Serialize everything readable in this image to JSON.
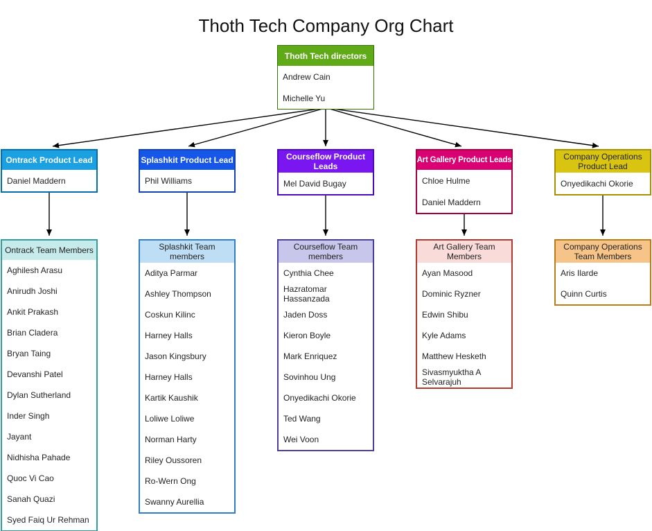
{
  "title": "Thoth Tech Company Org Chart",
  "connector_color": "#000000",
  "directors": {
    "label": "Thoth Tech directors",
    "members": [
      "Andrew Cain",
      "Michelle Yu"
    ],
    "colors": {
      "header_bg": "#60a917",
      "header_text": "#ffffff",
      "border": "#2d7600"
    }
  },
  "columns": [
    {
      "lead": {
        "label": "Ontrack Product Lead",
        "members": [
          "Daniel Maddern"
        ],
        "colors": {
          "header_bg": "#1ba1e2",
          "header_text": "#ffffff",
          "border": "#006eaf"
        }
      },
      "team": {
        "label": "Ontrack Team Members",
        "members": [
          "Aghilesh Arasu",
          "Anirudh Joshi",
          "Ankit Prakash",
          "Brian Cladera",
          "Bryan Taing",
          "Devanshi Patel",
          "Dylan Sutherland",
          "Inder Singh",
          "Jayant",
          "Nidhisha Pahade",
          "Quoc Vi Cao",
          "Sanah Quazi",
          "Syed Faiq Ur Rehman"
        ],
        "colors": {
          "header_bg": "#c7eaea",
          "header_text": "#1f1f1f",
          "border": "#2f9e9e"
        }
      }
    },
    {
      "lead": {
        "label": "Splashkit Product Lead",
        "members": [
          "Phil Williams"
        ],
        "colors": {
          "header_bg": "#1656e8",
          "header_text": "#ffffff",
          "border": "#1142b0"
        }
      },
      "team": {
        "label": "Splashkit Team members",
        "members": [
          "Aditya Parmar",
          "Ashley Thompson",
          "Coskun Kilinc",
          "Harney Halls",
          "Jason Kingsbury",
          "Harney Halls",
          "Kartik Kaushik",
          "Loliwe Loliwe",
          "Norman Harty",
          "Riley Oussoren",
          "Ro-Wern Ong",
          "Swanny Aurellia"
        ],
        "colors": {
          "header_bg": "#bddef4",
          "header_text": "#1f1f1f",
          "border": "#2f7fc2"
        }
      }
    },
    {
      "lead": {
        "label": "Courseflow Product Leads",
        "members": [
          "Mel David Bugay"
        ],
        "colors": {
          "header_bg": "#7a16f0",
          "header_text": "#ffffff",
          "border": "#4c0bbd"
        }
      },
      "team": {
        "label": "Courseflow Team members",
        "members": [
          "Cynthia Chee",
          "Hazratomar Hassanzada",
          "Jaden Doss",
          "Kieron Boyle",
          "Mark Enriquez",
          "Sovinhou Ung",
          "Onyedikachi Okorie",
          "Ted Wang",
          "Wei Voon"
        ],
        "colors": {
          "header_bg": "#c8c6ea",
          "header_text": "#1f1f1f",
          "border": "#4a3f9f"
        }
      }
    },
    {
      "lead": {
        "label": "Art Gallery Product Leads",
        "members": [
          "Chloe Hulme",
          "Daniel Maddern"
        ],
        "colors": {
          "header_bg": "#d80073",
          "header_text": "#ffffff",
          "border": "#a50040"
        }
      },
      "team": {
        "label": "Art Gallery Team Members",
        "members": [
          "Ayan Masood",
          "Dominic Ryzner",
          "Edwin Shibu",
          "Kyle Adams",
          "Matthew Hesketh",
          "Sivasmyuktha A Selvarajuh"
        ],
        "colors": {
          "header_bg": "#f9dbd9",
          "header_text": "#1f1f1f",
          "border": "#b03a2e"
        }
      }
    },
    {
      "lead": {
        "label": "Company Operations Product Lead",
        "members": [
          "Onyedikachi Okorie"
        ],
        "colors": {
          "header_bg": "#d9c511",
          "header_text": "#1f1f1f",
          "border": "#a89005"
        }
      },
      "team": {
        "label": "Company Operations Team Members",
        "members": [
          "Aris Ilarde",
          "Quinn Curtis"
        ],
        "colors": {
          "header_bg": "#f6c489",
          "header_text": "#1f1f1f",
          "border": "#bb7b17"
        }
      }
    }
  ]
}
